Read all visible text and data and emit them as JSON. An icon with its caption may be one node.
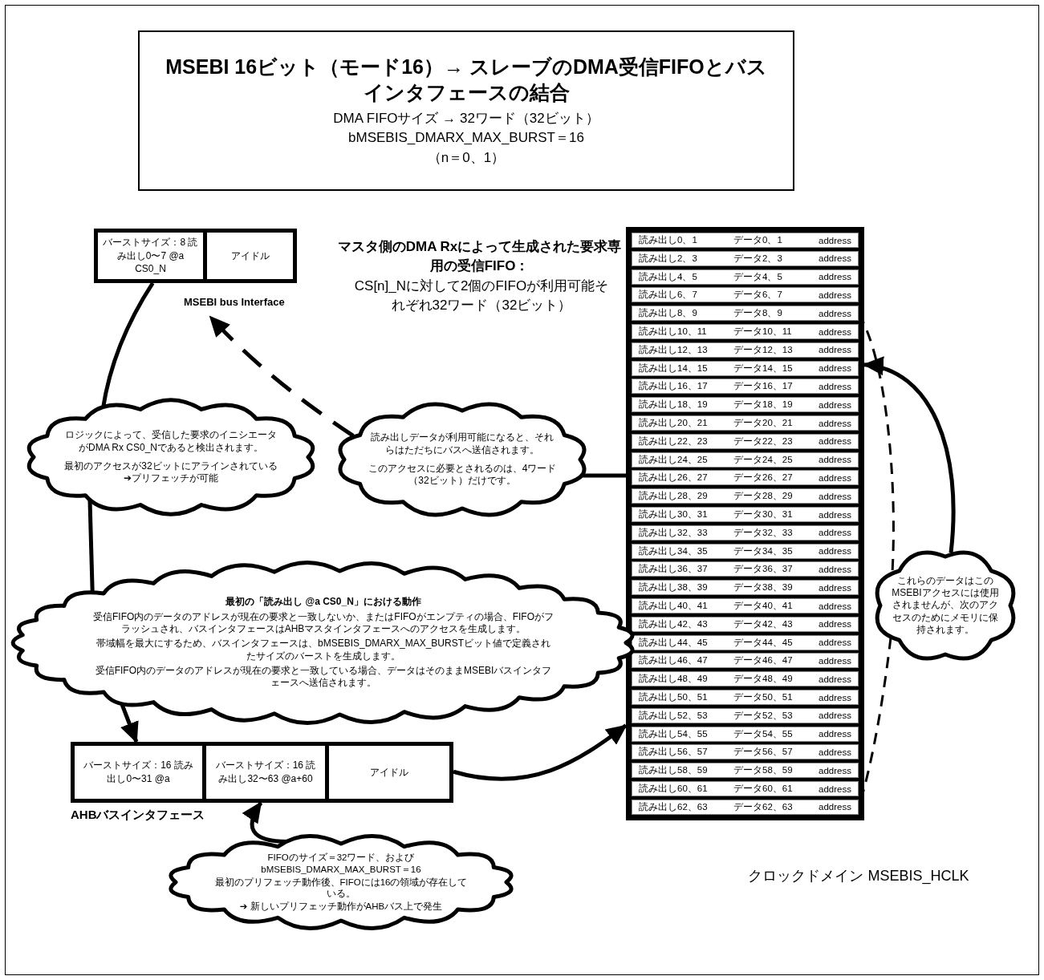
{
  "diagram": {
    "nodes": [
      {
        "text": [
          "MSEBI 16ビット（モード16）→ スレーブのDMA受信FIFOとバスインタフェースの結合",
          "DMA FIFOサイズ → 32ワード（32ビット）",
          "bMSEBIS_DMARX_MAX_BURST＝16",
          "（n＝0、1）"
        ]
      },
      {
        "text": [
          "MSEBI bus Interface"
        ]
      },
      {
        "text": [
          "バーストサイズ：8 読み出し0〜7 @a CS0_N"
        ],
        "in": 1
      },
      {
        "text": [
          "アイドル"
        ],
        "in": 1
      },
      {
        "text": [],
        "shape": "box"
      },
      {
        "text": [
          "読み出し0、1",
          "データ0、1",
          "address"
        ],
        "in": 4
      },
      {
        "text": [
          "読み出し2、3",
          "データ2、3",
          "address"
        ],
        "in": 4
      },
      {
        "text": [
          "読み出し4、5",
          "データ4、5",
          "address"
        ],
        "in": 4
      },
      {
        "text": [
          "読み出し6、7",
          "データ6、7",
          "address"
        ],
        "in": 4
      },
      {
        "text": [
          "読み出し8、9",
          "データ8、9",
          "address"
        ],
        "in": 4
      },
      {
        "text": [
          "読み出し10、11",
          "データ10、11",
          "address"
        ],
        "in": 4
      },
      {
        "text": [
          "読み出し12、13",
          "データ12、13",
          "address"
        ],
        "in": 4
      },
      {
        "text": [
          "読み出し14、15",
          "データ14、15",
          "address"
        ],
        "in": 4
      },
      {
        "text": [
          "読み出し16、17",
          "データ16、17",
          "address"
        ],
        "in": 4
      },
      {
        "text": [
          "読み出し18、19",
          "データ18、19",
          "address"
        ],
        "in": 4
      },
      {
        "text": [
          "読み出し20、21",
          "データ20、21",
          "address"
        ],
        "in": 4
      },
      {
        "text": [
          "読み出し22、23",
          "データ22、23",
          "address"
        ],
        "in": 4
      },
      {
        "text": [
          "読み出し24、25",
          "データ24、25",
          "address"
        ],
        "in": 4
      },
      {
        "text": [
          "読み出し26、27",
          "データ26、27",
          "address"
        ],
        "in": 4
      },
      {
        "text": [
          "読み出し28、29",
          "データ28、29",
          "address"
        ],
        "in": 4
      },
      {
        "text": [
          "読み出し30、31",
          "データ30、31",
          "address"
        ],
        "in": 4
      },
      {
        "text": [
          "読み出し32、33",
          "データ32、33",
          "address"
        ],
        "in": 4
      },
      {
        "text": [
          "読み出し34、35",
          "データ34、35",
          "address"
        ],
        "in": 4
      },
      {
        "text": [
          "読み出し36、37",
          "データ36、37",
          "address"
        ],
        "in": 4
      },
      {
        "text": [
          "読み出し38、39",
          "データ38、39",
          "address"
        ],
        "in": 4
      },
      {
        "text": [
          "読み出し40、41",
          "データ40、41",
          "address"
        ],
        "in": 4
      },
      {
        "text": [
          "読み出し42、43",
          "データ42、43",
          "address"
        ],
        "in": 4
      },
      {
        "text": [
          "読み出し44、45",
          "データ44、45",
          "address"
        ],
        "in": 4
      },
      {
        "text": [
          "読み出し46、47",
          "データ46、47",
          "address"
        ],
        "in": 4
      },
      {
        "text": [
          "読み出し48、49",
          "データ48、49",
          "address"
        ],
        "in": 4
      },
      {
        "text": [
          "読み出し50、51",
          "データ50、51",
          "address"
        ],
        "in": 4
      },
      {
        "text": [
          "読み出し52、53",
          "データ52、53",
          "address"
        ],
        "in": 4
      },
      {
        "text": [
          "読み出し54、55",
          "データ54、55",
          "address"
        ],
        "in": 4
      },
      {
        "text": [
          "読み出し56、57",
          "データ56、57",
          "address"
        ],
        "in": 4
      },
      {
        "text": [
          "読み出し58、59",
          "データ58、59",
          "address"
        ],
        "in": 4
      },
      {
        "text": [
          "読み出し60、61",
          "データ60、61",
          "address"
        ],
        "in": 4
      },
      {
        "text": [
          "読み出し62、63",
          "データ62、63",
          "address"
        ],
        "in": 4
      },
      {
        "text": [
          "ロジックによって、受信した要求のイニシエータがDMA Rx CS0_Nであると検出されます。",
          "最初のアクセスが32ビットにアラインされている➔プリフェッチが可能"
        ]
      },
      {
        "text": [
          "読み出しデータが利用可能になると、それらはただちにバスへ送信されます。",
          "このアクセスに必要とされるのは、4ワード（32ビット）だけです。"
        ]
      },
      {
        "text": [
          "最初の「読み出し @a CS0_N」における動作",
          "受信FIFO内のデータのアドレスが現在の要求と一致しないか、またはFIFOがエンプティの場合、FIFOがフラッシュされ、バスインタフェースはAHBマスタインタフェースへのアクセスを生成します。",
          "帯域幅を最大にするため、バスインタフェースは、bMSEBIS_DMARX_MAX_BURSTビット値で定義されたサイズのバーストを生成します。",
          "受信FIFO内のデータのアドレスが現在の要求と一致している場合、データはそのままMSEBIバスインタフェースへ送信されます。"
        ]
      },
      {
        "text": [
          "AHBバスインタフェース"
        ]
      },
      {
        "text": [
          "バーストサイズ：16 読み出し0〜31 @a"
        ],
        "in": 40
      },
      {
        "text": [
          "バーストサイズ：16 読み出し32〜63 @a+60"
        ],
        "in": 40
      },
      {
        "text": [
          "アイドル"
        ],
        "in": 40
      },
      {
        "text": [
          "FIFOのサイズ＝32ワード、およびbMSEBIS_DMARX_MAX_BURST＝16",
          "最初のプリフェッチ動作後、FIFOには16の領域が存在している。",
          "➔ 新しいプリフェッチ動作がAHBバス上で発生"
        ]
      },
      {
        "text": [
          "これらのデータはこのMSEBIアクセスには使用されませんが、次のアクセスのためにメモリに保持されます。"
        ]
      }
    ],
    "edges": [
      {
        "from": 2,
        "to": 37,
        "arrow": "none"
      },
      {
        "from": 37,
        "to": 39,
        "arrow": "none"
      },
      {
        "from": 39,
        "to": 41,
        "arrow": "to"
      },
      {
        "from": 38,
        "to": 1,
        "arrow": "to",
        "style": "dashed"
      },
      {
        "from": 4,
        "to": 38,
        "arrow": "none"
      },
      {
        "from": 40,
        "to": 4,
        "arrow": "to"
      },
      {
        "from": 44,
        "to": 40,
        "arrow": "to"
      },
      {
        "from": 9,
        "to": 45,
        "arrow": "none",
        "style": "dashed"
      },
      {
        "from": 45,
        "to": 36,
        "arrow": "none",
        "style": "dashed"
      },
      {
        "from": 45,
        "to": 4,
        "arrow": "to"
      }
    ],
    "labels": [
      "マスタ側のDMA Rxによって生成された要求専用の受信FIFO：",
      "CS[n]_Nに対して2個のFIFOが利用可能それぞれ32ワード（32ビット）",
      "クロックドメイン MSEBIS_HCLK"
    ]
  }
}
